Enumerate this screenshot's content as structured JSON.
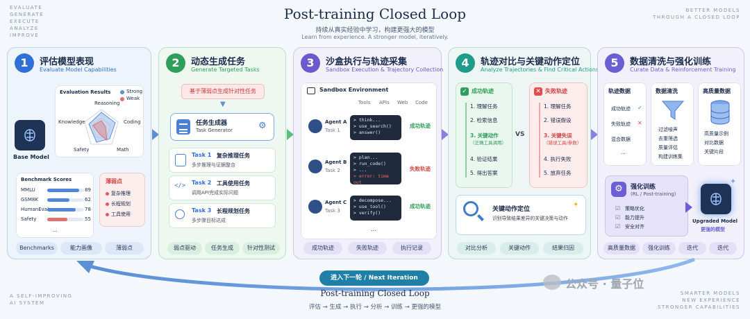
{
  "corners": {
    "top_left": [
      "EVALUATE",
      "GENERATE",
      "EXECUTE",
      "ANALYZE",
      "IMPROVE"
    ],
    "top_right": [
      "BETTER MODELS",
      "THROUGH A CLOSED LOOP"
    ],
    "bottom_left": [
      "A SELF-IMPROVING",
      "AI SYSTEM"
    ],
    "bottom_right": [
      "SMARTER MODELS",
      "NEW EXPERIENCE",
      "STRONGER CAPABILITIES"
    ]
  },
  "header": {
    "title": "Post-training Closed Loop",
    "subtitle_cn": "持续从真实经验中学习，构建更强大的模型",
    "subtitle_en": "Learn from experience. A stronger model, iteratively."
  },
  "stage1": {
    "num": "1",
    "title": "评估模型表现",
    "subtitle": "Evaluate Model Capabilities",
    "base_model": "Base Model",
    "eval_title": "Evaluation Results",
    "legend": [
      "Strong",
      "Weak"
    ],
    "radar_axes": [
      "Reasoning",
      "Coding",
      "Math",
      "Safety",
      "Knowledge"
    ],
    "bench_title": "Benchmark Scores",
    "bench": [
      {
        "name": "MMLU",
        "score": "89",
        "value": 89
      },
      {
        "name": "GSM8K",
        "score": "62",
        "value": 62
      },
      {
        "name": "HumanEval",
        "score": "78",
        "value": 78
      },
      {
        "name": "Safety",
        "score": "55",
        "value": 55
      }
    ],
    "ellipsis": "...",
    "weak_title": "薄弱点",
    "weak_items": [
      "复杂推理",
      "长程规划",
      "工具使用"
    ],
    "pills": [
      "Benchmarks",
      "能力画像",
      "薄弱点"
    ]
  },
  "stage2": {
    "num": "2",
    "title": "动态生成任务",
    "subtitle": "Generate Targeted Tasks",
    "banner": "基于薄弱点生成针对性任务",
    "gen_title": "任务生成器",
    "gen_sub": "Task Generator",
    "tasks": [
      {
        "label": "Task 1",
        "name": "复杂推理任务",
        "desc": "多步推理与证据整合"
      },
      {
        "label": "Task 2",
        "name": "工具使用任务",
        "desc": "调用API完成实际问题"
      },
      {
        "label": "Task 3",
        "name": "长程规划任务",
        "desc": "多步骤目标达成"
      }
    ],
    "pills": [
      "弱点驱动",
      "任务生成",
      "针对性测试"
    ]
  },
  "stage3": {
    "num": "3",
    "title": "沙盒执行与轨迹采集",
    "subtitle": "Sandbox Execution & Trajectory Collection",
    "env_title": "Sandbox Environment",
    "env_tools": [
      "Tools",
      "APIs",
      "Web",
      "Code"
    ],
    "agents": [
      {
        "name": "Agent A",
        "task": "Task 1",
        "lines": [
          "> think...",
          "> use_search()",
          "> answer()"
        ],
        "result": "成功轨迹"
      },
      {
        "name": "Agent B",
        "task": "Task 2",
        "lines": [
          "> plan...",
          "> run_code()",
          "> ...",
          "> error: time out"
        ],
        "result": "失败轨迹"
      },
      {
        "name": "Agent C",
        "task": "Task 3",
        "lines": [
          "> decompose...",
          "> use_tool()",
          "> verify()"
        ],
        "result": "成功轨迹"
      }
    ],
    "ellipsis": "...",
    "pills": [
      "成功轨迹",
      "失败轨迹",
      "执行记录"
    ]
  },
  "stage4": {
    "num": "4",
    "title": "轨迹对比与关键动作定位",
    "subtitle": "Analyze Trajectories & Find Critical Actions",
    "success_title": "成功轨迹",
    "success_steps": [
      "1. 理解任务",
      "2. 检索信息",
      "3. 关键动作",
      "（正确工具调用）",
      "4. 验证结果",
      "5. 得出答案"
    ],
    "fail_title": "失败轨迹",
    "fail_steps": [
      "1. 理解任务",
      "2. 错误假设",
      "3. 关键失误",
      "（错误工具/参数）",
      "4. 执行失败",
      "5. 放弃任务"
    ],
    "vs": "VS",
    "locate_title": "关键动作定位",
    "locate_desc": "识别导致结果差异的关键决策与动作",
    "pills": [
      "对比分析",
      "关键动作",
      "结果归因"
    ]
  },
  "stage5": {
    "num": "5",
    "title": "数据清洗与强化训练",
    "subtitle": "Curate Data & Reinforcement Training",
    "traj_title": "轨迹数据",
    "traj_items": [
      "成功轨迹",
      "失败轨迹",
      "混合数据",
      "..."
    ],
    "clean_title": "数据清洗",
    "clean_items": [
      "过滤噪声",
      "去重筛选",
      "质量评估",
      "构建训练集"
    ],
    "hq_title": "高质量数据",
    "hq_items": [
      "高质量示例",
      "对比数据",
      "关键片段"
    ],
    "rl_title": "强化训练",
    "rl_sub": "(RL / Post-training)",
    "rl_items": [
      "策略优化",
      "能力提升",
      "安全对齐"
    ],
    "upgraded": "Upgraded Model",
    "upgraded_cn": "更强的模型",
    "pills": [
      "高质量数据",
      "强化训练",
      "迭代",
      "迭代"
    ]
  },
  "footer": {
    "next_button": "进入下一轮 / Next Iteration",
    "loop_title": "Post-training Closed Loop",
    "loop_flow": "评估 → 生成 → 执行 → 分析 → 训练 → 更强的模型",
    "watermark": "公众号 · 量子位"
  },
  "colors": {
    "blue": "#2f6fd6",
    "green": "#2e9e5a",
    "purple": "#6a5acd",
    "teal": "#1f9c8c",
    "violet": "#6b5fd3",
    "red": "#e04b4b"
  }
}
